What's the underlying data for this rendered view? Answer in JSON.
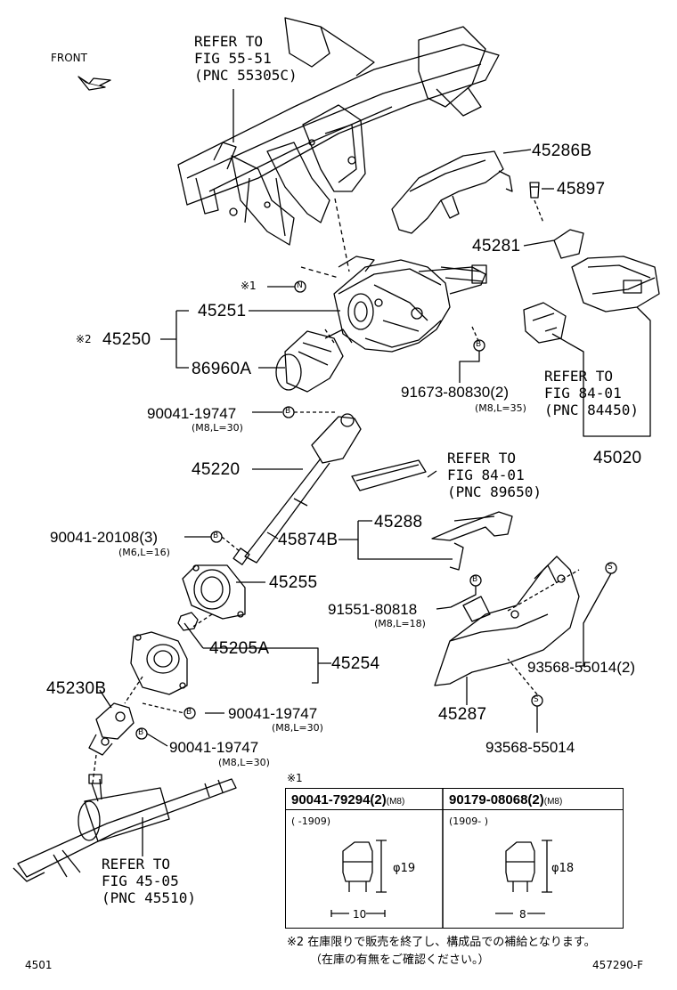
{
  "front_label": "FRONT",
  "refs": {
    "fig55": [
      "REFER TO",
      "FIG 55-51",
      "(PNC 55305C)"
    ],
    "fig84a": [
      "REFER TO",
      "FIG 84-01",
      "(PNC 84450)"
    ],
    "fig84b": [
      "REFER TO",
      "FIG 84-01",
      "(PNC 89650)"
    ],
    "fig45": [
      "REFER TO",
      "FIG 45-05",
      "(PNC 45510)"
    ]
  },
  "parts": {
    "p45286B": "45286B",
    "p45897": "45897",
    "p45281": "45281",
    "p45251": "45251",
    "p45250": "45250",
    "p86960A": "86960A",
    "p91673": "91673-80830(2)",
    "p91673_spec": "(M8,L=35)",
    "p45020": "45020",
    "p90041_19747_a": "90041-19747",
    "p90041_19747_a_spec": "(M8,L=30)",
    "p45220": "45220",
    "p90041_20108": "90041-20108(3)",
    "p90041_20108_spec": "(M6,L=16)",
    "p45288": "45288",
    "p45874B": "45874B",
    "p45255": "45255",
    "p91551": "91551-80818",
    "p91551_spec": "(M8,L=18)",
    "p45205A": "45205A",
    "p45254": "45254",
    "p93568_2": "93568-55014(2)",
    "p45230B": "45230B",
    "p90041_19747_b": "90041-19747",
    "p90041_19747_b_spec": "(M8,L=30)",
    "p45287": "45287",
    "p90041_19747_c": "90041-19747",
    "p90041_19747_c_spec": "(M8,L=30)",
    "p93568": "93568-55014"
  },
  "markers": {
    "note1": "※1",
    "note2": "※2",
    "N": "N",
    "B": "B",
    "S": "S"
  },
  "table": {
    "note": "※1",
    "col1_head": "90041-79294(2)",
    "col1_unit": "(M8)",
    "col1_range": "(      -1909)",
    "col1_dia": "φ19",
    "col1_len": "10",
    "col2_head": "90179-08068(2)",
    "col2_unit": "(M8)",
    "col2_range": "(1909-       )",
    "col2_dia": "φ18",
    "col2_len": "8"
  },
  "footnote_line1": "※2 在庫限りで販売を終了し、構成品での補給となります。",
  "footnote_line2": "（在庫の有無をご確認ください。）",
  "page_code": "4501",
  "figure_code": "457290-F"
}
